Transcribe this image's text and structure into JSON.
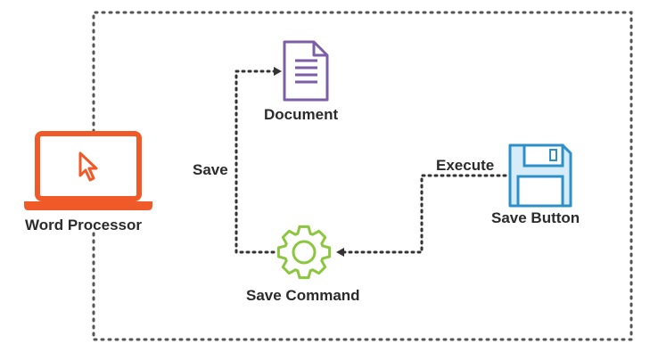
{
  "nodes": {
    "word_processor": {
      "label": "Word Processor",
      "icon": "laptop-cursor-icon",
      "color": "#f05a28"
    },
    "document": {
      "label": "Document",
      "icon": "document-icon",
      "color": "#7b5ea7"
    },
    "save_command": {
      "label": "Save Command",
      "icon": "gear-icon",
      "color": "#8cc63f"
    },
    "save_button": {
      "label": "Save Button",
      "icon": "floppy-disk-icon",
      "color": "#2c8fc9"
    }
  },
  "edges": {
    "save": {
      "label": "Save",
      "from": "save_command",
      "to": "document"
    },
    "execute": {
      "label": "Execute",
      "from": "save_button",
      "to": "save_command"
    }
  },
  "colors": {
    "text": "#2b2b2b",
    "connector": "#333333"
  }
}
